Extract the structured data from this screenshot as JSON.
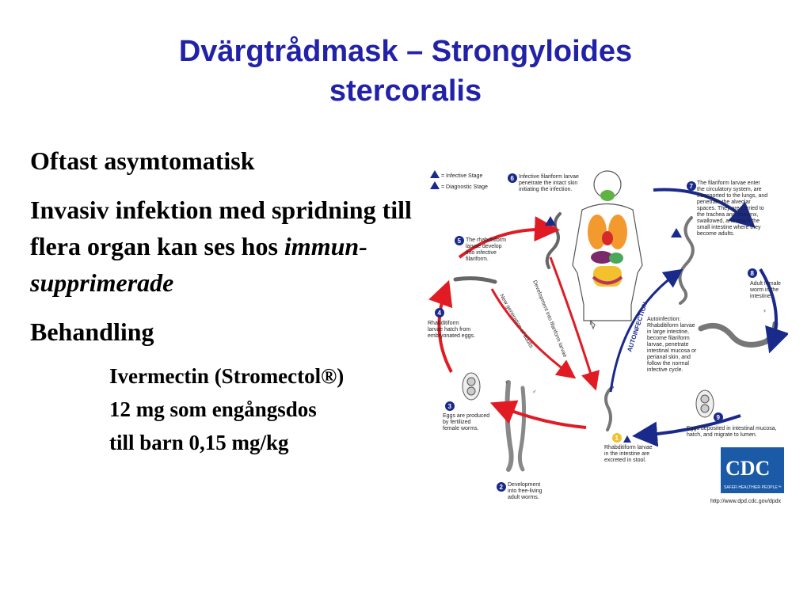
{
  "title": {
    "line1": "Dvärgtrådmask – Strongyloides",
    "line2": "stercoralis"
  },
  "bullets": {
    "b1": "Oftast asymtomatisk",
    "b2_plain": "Invasiv infektion med spridning till flera organ kan ses hos ",
    "b2_italic": "immun-supprimerade",
    "b3": "Behandling",
    "sub1": "Ivermectin (Stromectol®)",
    "sub2": "12 mg som engångsdos",
    "sub3": "till barn 0,15 mg/kg"
  },
  "diagram": {
    "legend_infective": "= Infective Stage",
    "legend_diagnostic": "= Diagnostic Stage",
    "step1_l1": "Rhabditiform larvae",
    "step1_l2": "in the intestine are",
    "step1_l3": "excreted in stool.",
    "step2_l1": "Development",
    "step2_l2": "into free-living",
    "step2_l3": "adult worms.",
    "step3_l1": "Eggs are produced",
    "step3_l2": "by fertilized",
    "step3_l3": "female worms.",
    "step4_l1": "Rhabditiform",
    "step4_l2": "larvae hatch from",
    "step4_l3": "embryonated eggs.",
    "step5_l1": "The rhabditiform",
    "step5_l2": "larvae develop",
    "step5_l3": "into infective",
    "step5_l4": "filariform.",
    "step6_l1": "Infective filariform larvae",
    "step6_l2": "penetrate the intact skin",
    "step6_l3": "initiating the infection.",
    "step7_l1": "The filariform larvae enter",
    "step7_l2": "the circulatory system, are",
    "step7_l3": "transported to the lungs, and",
    "step7_l4": "penetrate the alveolar",
    "step7_l5": "spaces.  They are carried to",
    "step7_l6": "the trachea and pharynx,",
    "step7_l7": "swallowed, and reach the",
    "step7_l8": "small intestine where they",
    "step7_l9": "become adults.",
    "step8_l1": "Adult female",
    "step8_l2": "worm in the",
    "step8_l3": "intestine.",
    "step9_l1": "Eggs deposited in intestinal mucosa,",
    "step9_l2": "hatch, and migrate to lumen.",
    "auto_l1": "Autoinfection:",
    "auto_l2": "Rhabditiform larvae",
    "auto_l3": "in large intestine,",
    "auto_l4": "become filariform",
    "auto_l5": "larvae, penetrate",
    "auto_l6": "intestinal mucosa or",
    "auto_l7": "perianal skin, and",
    "auto_l8": "follow the normal",
    "auto_l9": "infective cycle.",
    "autoinfection_label": "AUTOINFECTION",
    "new_generation": "New generation of adults",
    "development_label": "Development into filariform larvae",
    "n1": "1",
    "n2": "2",
    "n3": "3",
    "n4": "4",
    "n5": "5",
    "n6": "6",
    "n7": "7",
    "n8": "8",
    "n9": "9",
    "cdc_logo": "CDC",
    "cdc_tagline": "SAFER·HEALTHIER·PEOPLE™",
    "cdc_url": "http://www.dpd.cdc.gov/dpdx"
  },
  "colors": {
    "title": "#2222a8",
    "free_living_arrow": "#e01b24",
    "parasitic_arrow": "#1a2a8a",
    "cdc_blue": "#1b5aa6"
  }
}
